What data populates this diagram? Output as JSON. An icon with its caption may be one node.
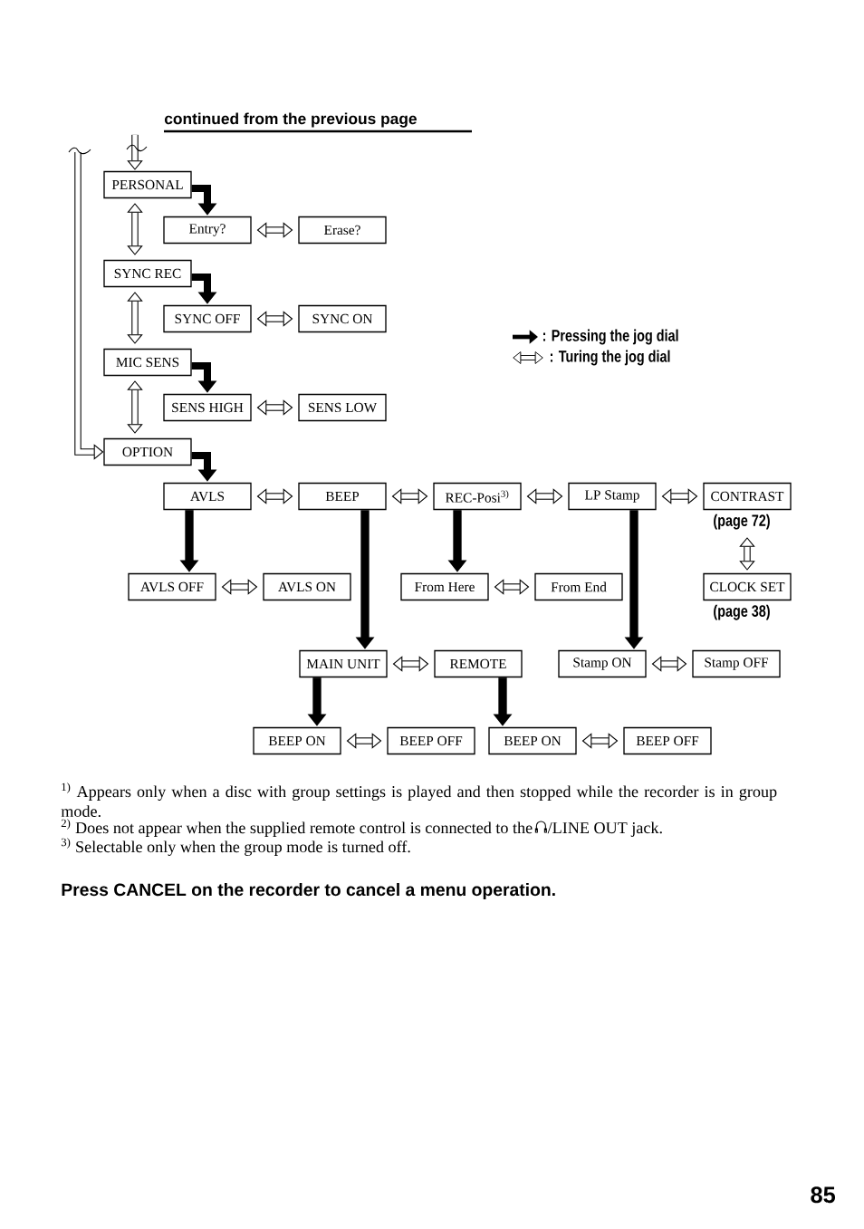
{
  "diagram": {
    "nodes": [
      {
        "text": [
          "PERSONAL"
        ]
      },
      {
        "text": [
          "Entry?"
        ]
      },
      {
        "text": [
          "Erase?"
        ]
      },
      {
        "text": [
          "SYNC REC"
        ]
      },
      {
        "text": [
          "SYNC OFF"
        ]
      },
      {
        "text": [
          "SYNC ON"
        ]
      },
      {
        "text": [
          "MIC SENS"
        ]
      },
      {
        "text": [
          "SENS HIGH"
        ]
      },
      {
        "text": [
          "SENS LOW"
        ]
      },
      {
        "text": [
          "OPTION"
        ]
      },
      {
        "text": [
          "AVLS"
        ]
      },
      {
        "text": [
          "BEEP"
        ]
      },
      {
        "text": [
          "REC-Posi$^{3)}$"
        ]
      },
      {
        "text": [
          "LP Stamp"
        ]
      },
      {
        "text": [
          "CONTRAST"
        ],
        "beside": [
          "(page 72)"
        ]
      },
      {
        "text": [
          "AVLS OFF"
        ]
      },
      {
        "text": [
          "AVLS ON"
        ]
      },
      {
        "text": [
          "From Here"
        ]
      },
      {
        "text": [
          "From End"
        ]
      },
      {
        "text": [
          "CLOCK SET"
        ],
        "beside": [
          "(page 38)"
        ]
      },
      {
        "text": [
          "MAIN UNIT"
        ]
      },
      {
        "text": [
          "REMOTE"
        ]
      },
      {
        "text": [
          "Stamp ON"
        ]
      },
      {
        "text": [
          "Stamp OFF"
        ]
      },
      {
        "text": [
          "BEEP ON"
        ]
      },
      {
        "text": [
          "BEEP OFF"
        ]
      },
      {
        "text": [
          "BEEP ON"
        ]
      },
      {
        "text": [
          "BEEP OFF"
        ]
      }
    ],
    "edges": [
      {
        "from": 0,
        "to": 1,
        "arrow": "to"
      },
      {
        "from": 1,
        "to": 2,
        "arrow": "both"
      },
      {
        "from": 0,
        "to": 3,
        "arrow": "both"
      },
      {
        "from": 3,
        "to": 4,
        "arrow": "to"
      },
      {
        "from": 4,
        "to": 5,
        "arrow": "both"
      },
      {
        "from": 3,
        "to": 6,
        "arrow": "both"
      },
      {
        "from": 6,
        "to": 7,
        "arrow": "to"
      },
      {
        "from": 7,
        "to": 8,
        "arrow": "both"
      },
      {
        "from": 6,
        "to": 9,
        "arrow": "both"
      },
      {
        "from": 9,
        "to": 10,
        "arrow": "to"
      },
      {
        "from": 10,
        "to": 11,
        "arrow": "both"
      },
      {
        "from": 11,
        "to": 12,
        "arrow": "both"
      },
      {
        "from": 12,
        "to": 13,
        "arrow": "both"
      },
      {
        "from": 13,
        "to": 14,
        "arrow": "both"
      },
      {
        "from": 14,
        "to": 19,
        "arrow": "both"
      },
      {
        "from": 10,
        "to": 15,
        "arrow": "to"
      },
      {
        "from": 15,
        "to": 16,
        "arrow": "both"
      },
      {
        "from": 11,
        "to": 20,
        "arrow": "to"
      },
      {
        "from": 12,
        "to": 17,
        "arrow": "to"
      },
      {
        "from": 17,
        "to": 18,
        "arrow": "both"
      },
      {
        "from": 13,
        "to": 22,
        "arrow": "to"
      },
      {
        "from": 20,
        "to": 21,
        "arrow": "both"
      },
      {
        "from": 22,
        "to": 23,
        "arrow": "both"
      },
      {
        "from": 20,
        "to": 24,
        "arrow": "to"
      },
      {
        "from": 21,
        "to": 26,
        "arrow": "to"
      },
      {
        "from": 24,
        "to": 25,
        "arrow": "both"
      },
      {
        "from": 26,
        "to": 27,
        "arrow": "both"
      },
      {
        "from": null,
        "to": 0,
        "arrow": "to"
      },
      {
        "from": null,
        "to": 9,
        "arrow": "to"
      }
    ],
    "labels": [
      "continued from the previous page",
      "$^{1)}$ Appears only when a disc with group settings is played and then stopped while the recorder is in group mode.",
      "$^{2)}$ Does not appear when the supplied remote control is connected to the",
      "/LINE OUT jack.",
      "$^{3)}$ Selectable only when the group mode is turned off.",
      "Press CANCEL on the recorder to cancel a menu operation.",
      "85"
    ],
    "legend": [
      {
        "text": ": Pressing the jog dial"
      },
      {
        "text": ": Turing the jog dial"
      }
    ]
  }
}
